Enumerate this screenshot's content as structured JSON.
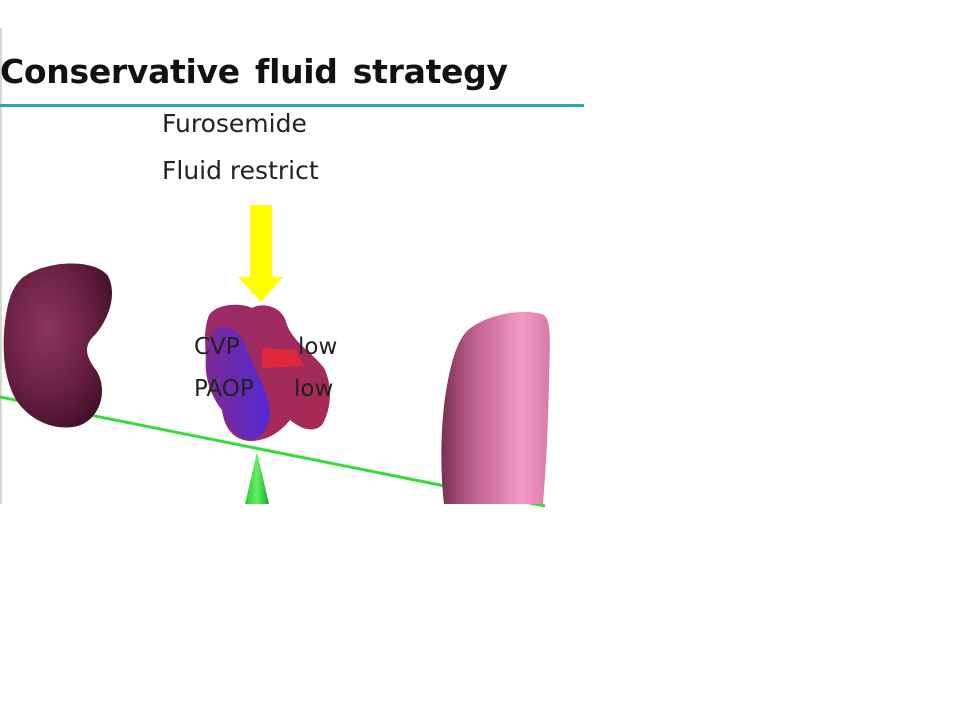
{
  "slide": {
    "title": "Conservative fluid strategy",
    "treatments": [
      "Furosemide",
      "Fluid restrict"
    ],
    "heart_labels": {
      "cvp_name": "CVP",
      "cvp_value": "low",
      "paop_name": "PAOP",
      "paop_value": "low"
    }
  },
  "colors": {
    "title_rule": "#2aa7ad",
    "arrow": "#ffff00",
    "lever": "#33dd33",
    "fulcrum": "#22cc33",
    "kidney": "#6b2143",
    "lung": "#f59ac8",
    "heart_red": "#e0283a",
    "heart_blue": "#5a28d8"
  }
}
